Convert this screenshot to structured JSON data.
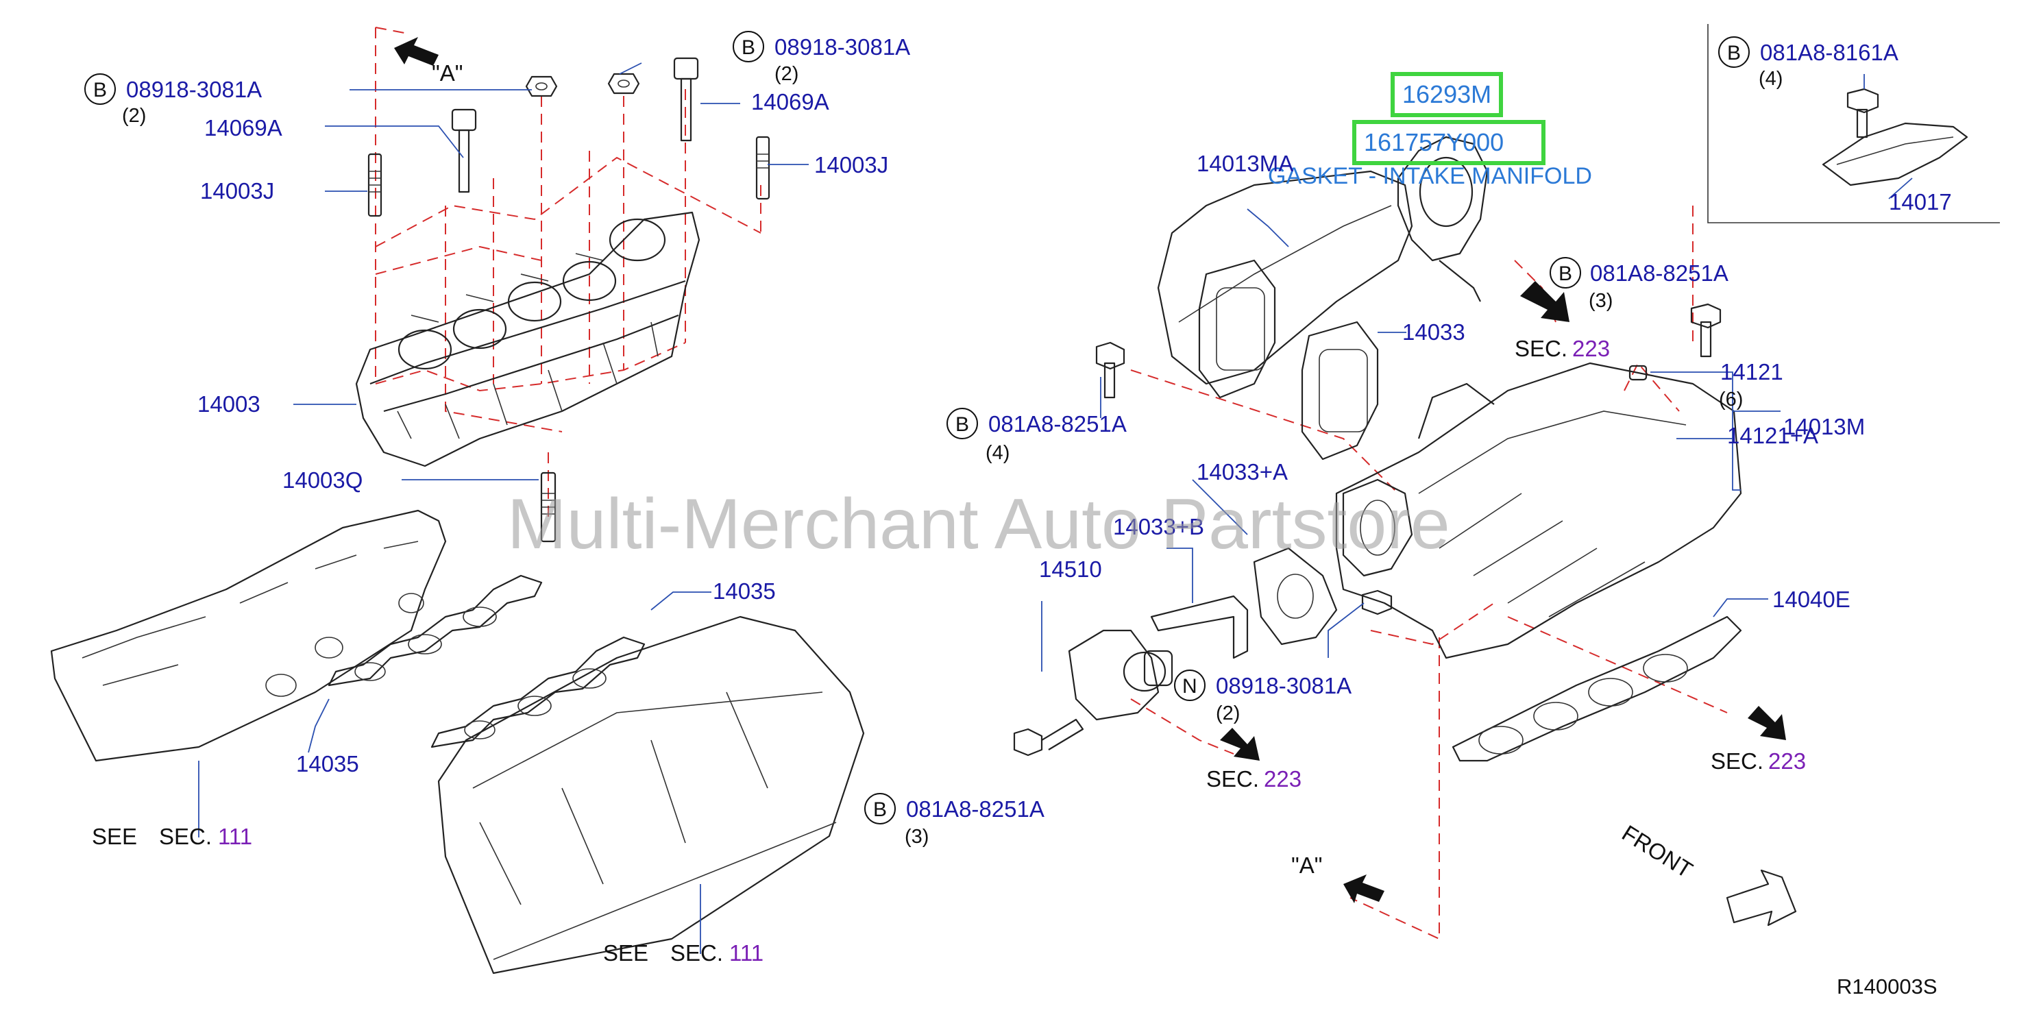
{
  "watermark": "Multi-Merchant Auto Partstore",
  "reference": "R140003S",
  "highlighted_parts": {
    "primary": "16293M",
    "secondary": "161757Y000",
    "description": "GASKET - INTAKE MANIFOLD"
  },
  "colors": {
    "label": "#1a1aa6",
    "section_number": "#7a1fb5",
    "highlight_box": "#3fd43f",
    "highlight_text": "#2b79d6",
    "phantom_line": "#d62b2b"
  },
  "labels": {
    "b_08918_left": "08918-3081A",
    "b_08918_left_qty": "(2)",
    "b_08918_right": "08918-3081A",
    "b_08918_right_qty": "(2)",
    "p14069a_left": "14069A",
    "p14069a_right": "14069A",
    "p14003j_left": "14003J",
    "p14003j_right": "14003J",
    "p14003": "14003",
    "p14003q": "14003Q",
    "p14035_top": "14035",
    "p14035_bottom": "14035",
    "p14013ma": "14013MA",
    "p14033": "14033",
    "b_081a8_8251a_mid": "081A8-8251A",
    "b_081a8_8251a_mid_qty": "(4)",
    "b_081a8_8251a_top": "081A8-8251A",
    "b_081a8_8251a_top_qty": "(3)",
    "b_081a8_8251a_bottom": "081A8-8251A",
    "b_081a8_8251a_bottom_qty": "(3)",
    "p14121": "14121",
    "p14121_qty": "(6)",
    "p14121a": "14121+A",
    "p14013m": "14013M",
    "p14033a": "14033+A",
    "p14033b": "14033+B",
    "p14510": "14510",
    "n_08918": "08918-3081A",
    "n_08918_qty": "(2)",
    "p14040e": "14040E",
    "b_081a8_8161a": "081A8-8161A",
    "b_081a8_8161a_qty": "(4)",
    "p14017": "14017"
  },
  "badges": {
    "b": "B",
    "n": "N"
  },
  "section_refs": {
    "see": "SEE",
    "sec_prefix": "SEC.",
    "sec_111": "111",
    "sec_223": "223"
  },
  "view_markers": {
    "a_top": "\"A\"",
    "a_bottom": "\"A\"",
    "front": "FRONT"
  }
}
